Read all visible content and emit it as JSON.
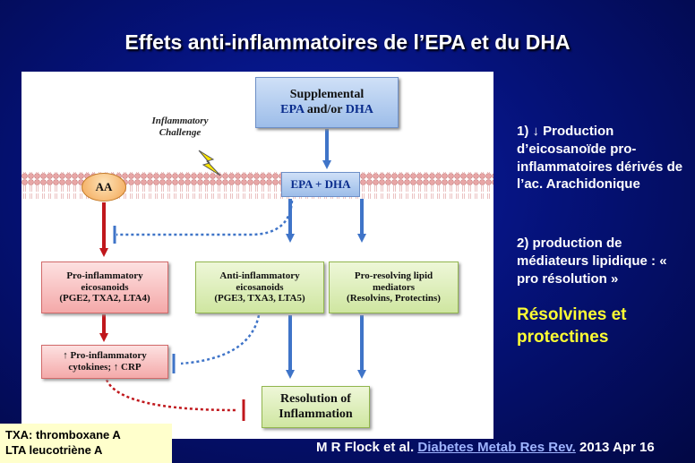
{
  "title": "Effets anti-inflammatoires de l’EPA et du DHA",
  "diagram": {
    "supplemental": {
      "line1": "Supplemental",
      "line2_a": "EPA",
      "line2_b": "and/or",
      "line2_c": "DHA"
    },
    "challenge": {
      "line1": "Inflammatory",
      "line2": "Challenge"
    },
    "aa": "AA",
    "epa_dha": "EPA + DHA",
    "pro_inflammatory": {
      "line1": "Pro-inflammatory",
      "line2": "eicosanoids",
      "line3": "(PGE2, TXA2, LTA4)"
    },
    "anti_inflammatory": {
      "line1": "Anti-inflammatory",
      "line2": "eicosanoids",
      "line3": "(PGE3, TXA3, LTA5)"
    },
    "pro_resolving": {
      "line1": "Pro-resolving lipid",
      "line2": "mediators",
      "line3": "(Resolvins, Protectins)"
    },
    "cytokines": {
      "line1": "↑ Pro-inflammatory",
      "line2": "cytokines; ↑  CRP"
    },
    "resolution": {
      "line1": "Resolution of",
      "line2": "Inflammation"
    }
  },
  "side_notes": {
    "note1": "1) ↓ Production d’eicosanoïde pro-inflammatoires dérivés de l’ac. Arachidonique",
    "note2": "2) production de médiateurs lipidique : « pro résolution »",
    "highlight": "Résolvines et protectines"
  },
  "legend": {
    "line1": "TXA: thromboxane A",
    "line2": "LTA leucotriène A"
  },
  "citation": {
    "authors": "M R Flock et al.",
    "journal": "Diabetes Metab Res Rev.",
    "date": "2013 Apr 16"
  },
  "colors": {
    "background": "#05127a",
    "highlight": "#ffff33",
    "arrow_blue": "#3f74c8",
    "arrow_red": "#c0171c"
  }
}
